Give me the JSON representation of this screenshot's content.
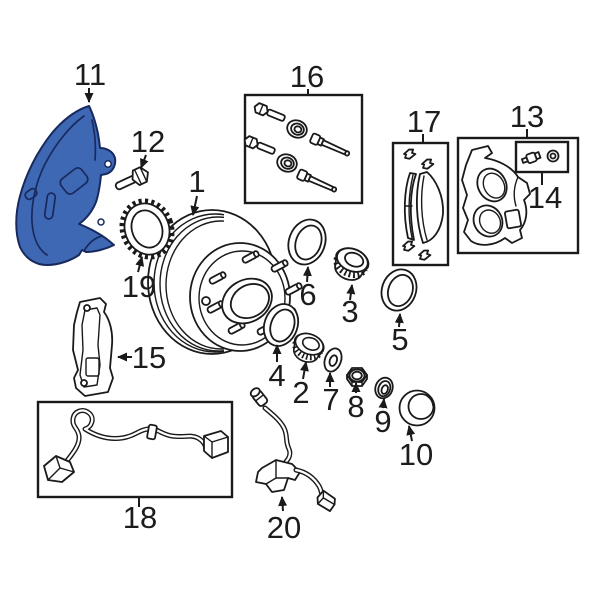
{
  "diagram": {
    "highlight_color": "#3e68b4",
    "line_color": "#1a1a1a",
    "background_color": "#ffffff",
    "callouts": {
      "part1": "1",
      "part2": "2",
      "part3": "3",
      "part4": "4",
      "part5": "5",
      "part6": "6",
      "part7": "7",
      "part8": "8",
      "part9": "9",
      "part10": "10",
      "part11": "11",
      "part12": "12",
      "part13": "13",
      "part14": "14",
      "part15": "15",
      "part16": "16",
      "part17": "17",
      "part18": "18",
      "part19": "19",
      "part20": "20"
    }
  }
}
